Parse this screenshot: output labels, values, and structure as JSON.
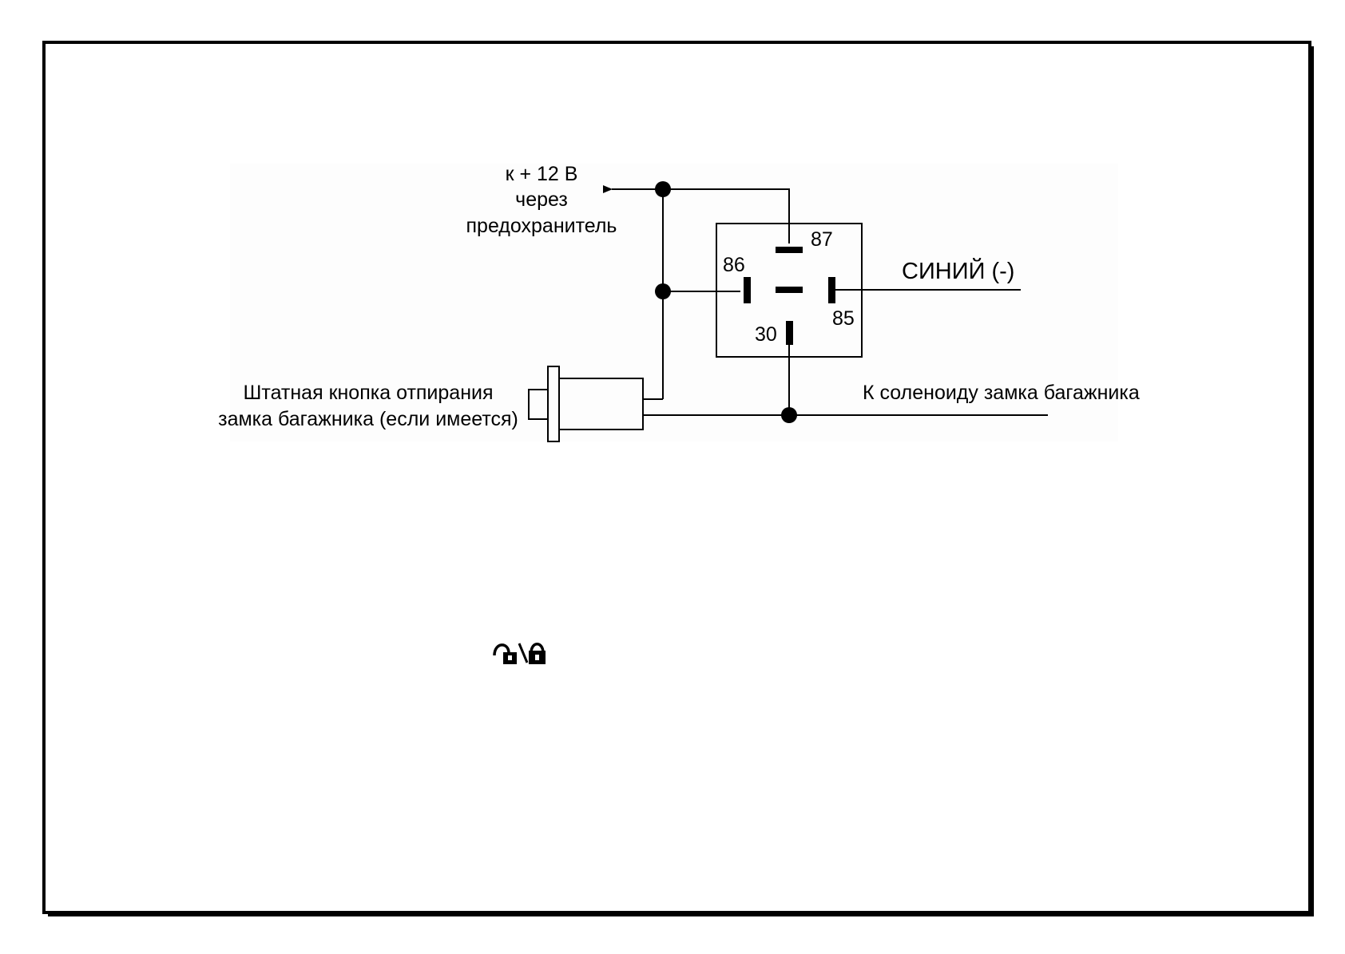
{
  "diagram": {
    "supply_label_lines": [
      "к + 12 В",
      "через",
      "предохранитель"
    ],
    "pins": {
      "p87": "87",
      "p86": "86",
      "p85": "85",
      "p30": "30"
    },
    "blue_wire_label": "СИНИЙ (-)",
    "button_label_lines": [
      "Штатная кнопка отпирания",
      "замка багажника (если имеется)"
    ],
    "solenoid_label": "К соленоиду замка багажника",
    "lock_icons": "unlock-lock-icon",
    "colors": {
      "line": "#000000",
      "diagram_background": "#fdfdfd",
      "frame": "#000000"
    }
  }
}
